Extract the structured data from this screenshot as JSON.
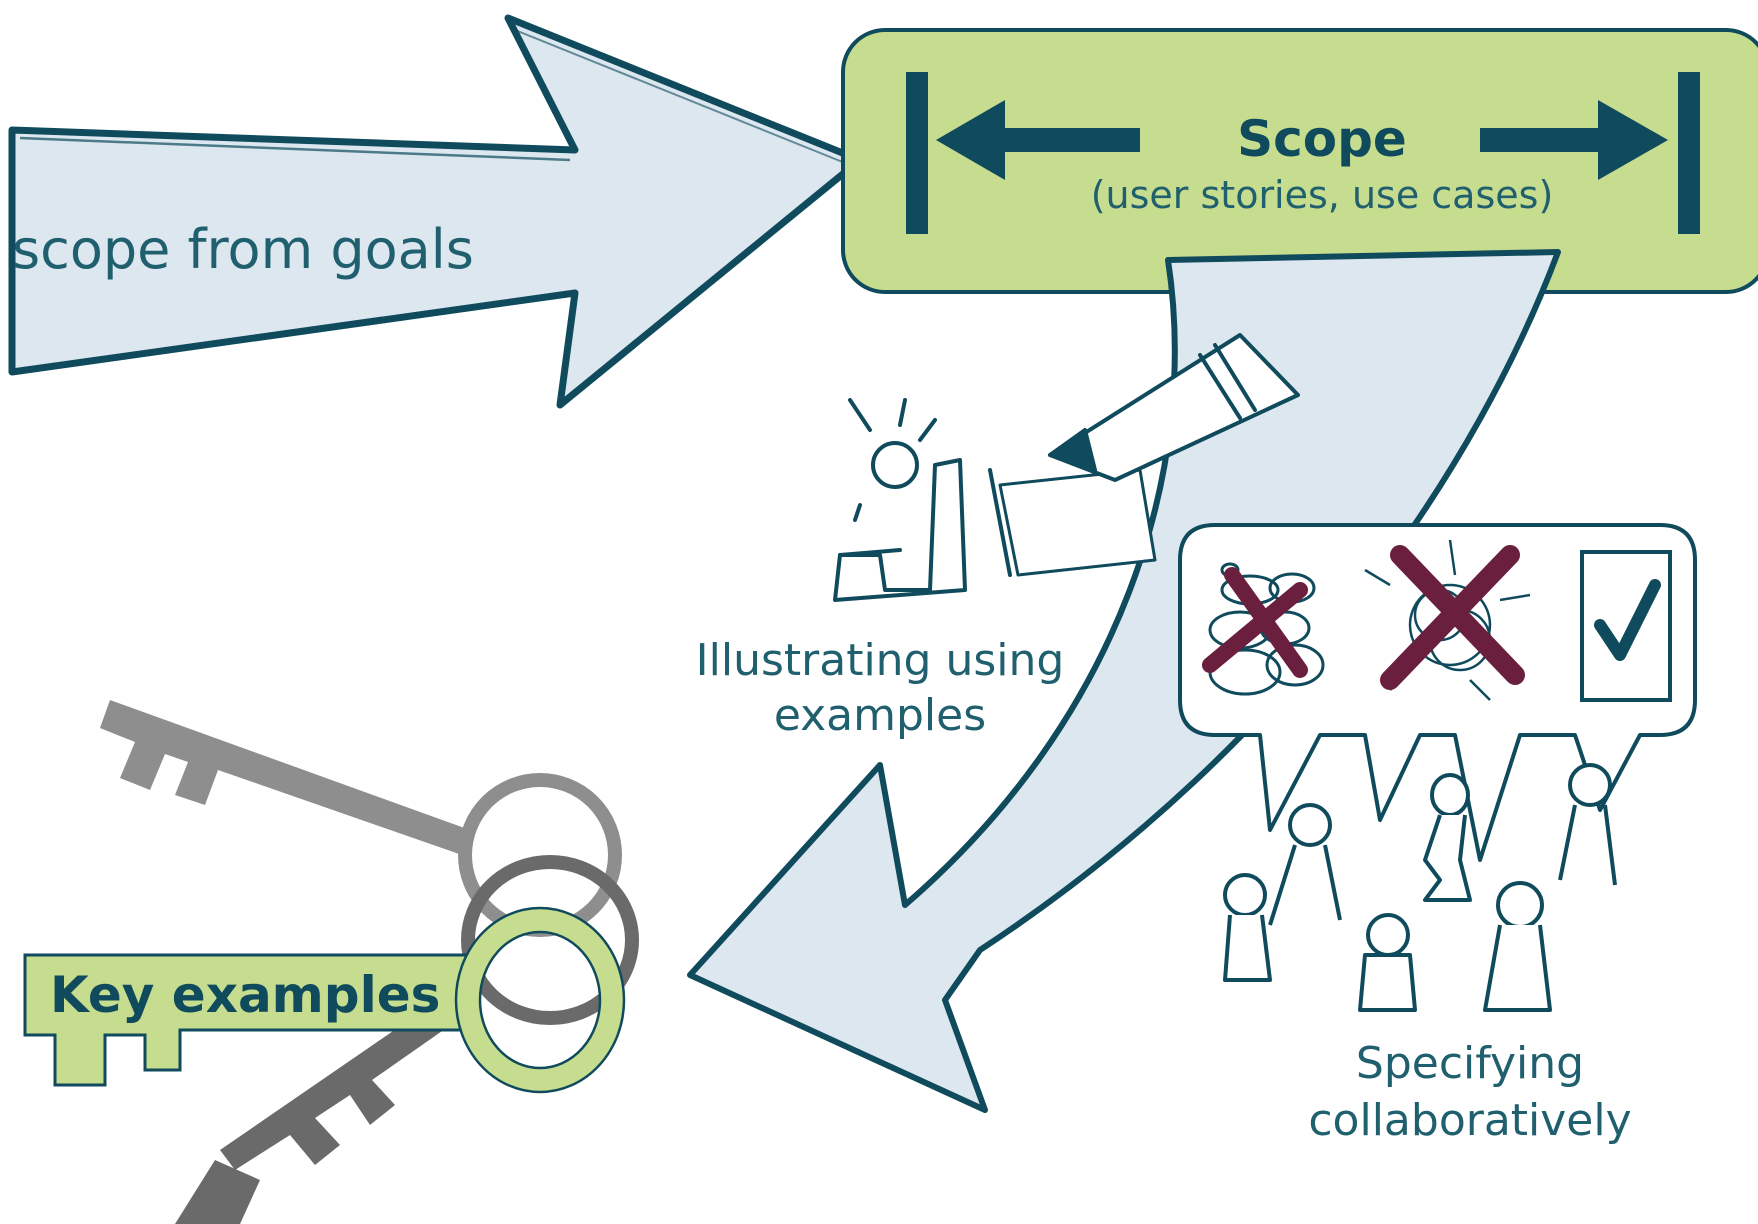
{
  "labels": {
    "goals_arrow": "scope from goals",
    "scope_title": "Scope",
    "scope_subtitle": "(user stories, use cases)",
    "illustrating_line1": "Illustrating using",
    "illustrating_line2": "examples",
    "specifying_line1": "Specifying",
    "specifying_line2": "collaboratively",
    "key_label": "Key examples"
  },
  "colors": {
    "ink": "#0f4b5c",
    "arrow_fill": "#dde7ef",
    "scope_fill": "#c6dc8e",
    "key_green": "#c6dc8e",
    "key_grey_light": "#8e8e8e",
    "key_grey_dark": "#6a6a6a",
    "reject_mark": "#6b1f3f"
  },
  "icons": {
    "people": "people-group-icon",
    "pencil": "pencil-icon",
    "figure": "figure-at-desk-icon",
    "reject": "cross-out-icon",
    "accept": "checkmark-icon",
    "key": "key-icon"
  }
}
